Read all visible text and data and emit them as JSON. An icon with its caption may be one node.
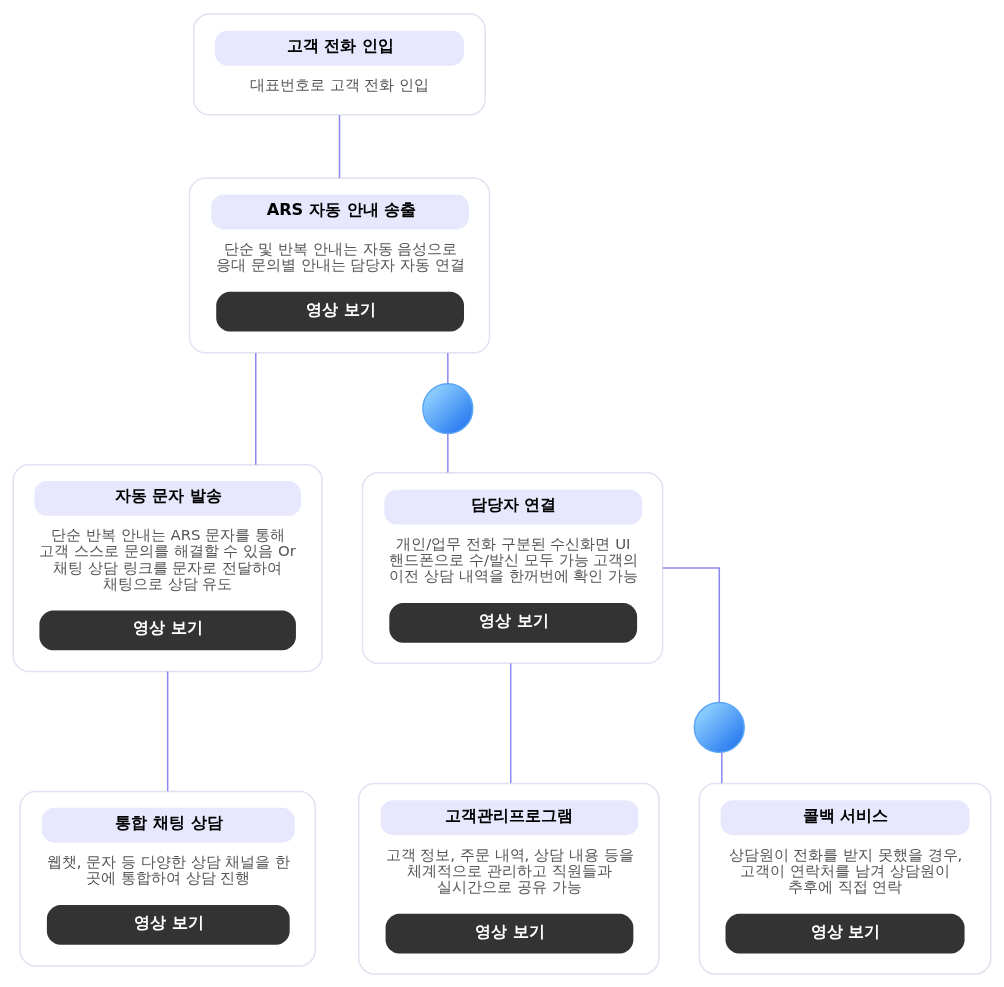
{
  "diagram": {
    "nodes": [
      {
        "text": [
          "고객 전화 인입",
          "대표번호로 고객 전화 인입"
        ]
      },
      {
        "text": [
          "ARS 자동 안내 송출",
          "단순 및 반복 안내는 자동 음성으로 응대 문의별 안내는 담당자 자동 연결",
          "영상 보기"
        ]
      },
      {
        "text": [],
        "shape": "circle"
      },
      {
        "text": [
          "자동 문자 발송",
          "단순 반복 안내는 ARS 문자를 통해 고객 스스로 문의를 해결할 수 있음 Or 채팅 상담 링크를 문자로 전달하여 채팅으로 상담 유도",
          "영상 보기"
        ]
      },
      {
        "text": [
          "담당자 연결",
          "개인/업무 전화 구분된 수신화면 UI 핸드폰으로 수/발신 모두 가능 고객의 이전 상담 내역을 한꺼번에 확인 가능",
          "영상 보기"
        ]
      },
      {
        "text": [],
        "shape": "circle"
      },
      {
        "text": [
          "통합 채팅 상담",
          "웹챗, 문자 등 다양한 상담 채널을 한 곳에 통합하여 상담 진행",
          "영상 보기"
        ]
      },
      {
        "text": [
          "고객관리프로그램",
          "고객 정보, 주문 내역, 상담 내용 등을 체계적으로 관리하고 직원들과 실시간으로 공유 가능",
          "영상 보기"
        ]
      },
      {
        "text": [
          "콜백 서비스",
          "상담원이 전화를 받지 못했을 경우, 고객이 연락처를 남겨 상담원이 추후에 직접 연락",
          "영상 보기"
        ]
      }
    ],
    "edges": [
      {
        "from": 0,
        "to": 1,
        "arrow": "none"
      },
      {
        "from": 1,
        "to": 3,
        "arrow": "none"
      },
      {
        "from": 1,
        "to": 2,
        "arrow": "none"
      },
      {
        "from": 2,
        "to": 4,
        "arrow": "none"
      },
      {
        "from": 3,
        "to": 6,
        "arrow": "none"
      },
      {
        "from": 4,
        "to": 7,
        "arrow": "none"
      },
      {
        "from": 4,
        "to": 5,
        "arrow": "none"
      },
      {
        "from": 5,
        "to": 8,
        "arrow": "none"
      }
    ]
  }
}
